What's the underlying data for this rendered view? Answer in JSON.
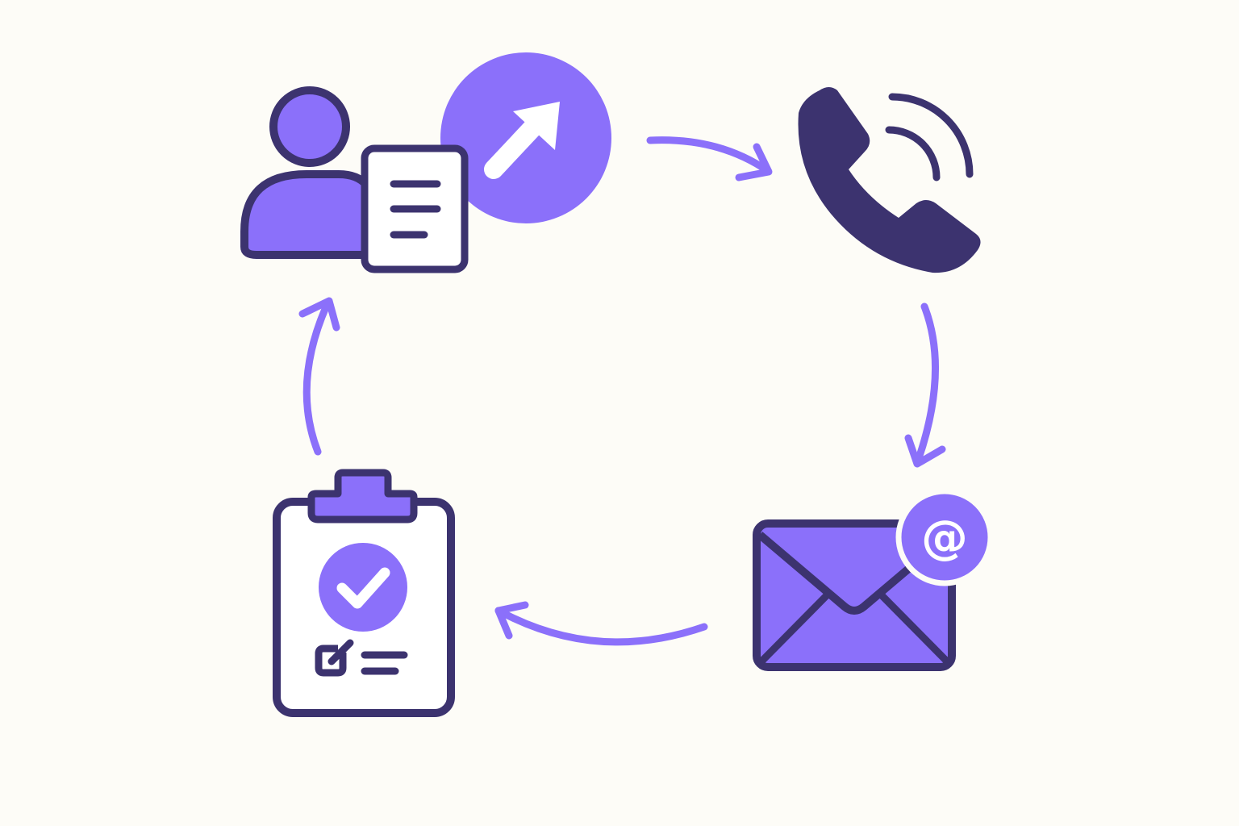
{
  "colors": {
    "background": "#fdfcf7",
    "accent": "#8b70fa",
    "outline": "#3c336f",
    "paper": "#ffffff"
  },
  "diagram": {
    "type": "cycle",
    "direction": "clockwise",
    "nodes": [
      {
        "id": "lead-referral",
        "icons": [
          "user-icon",
          "document-icon",
          "arrow-up-right-icon"
        ]
      },
      {
        "id": "phone-call",
        "icons": [
          "phone-icon",
          "signal-waves-icon"
        ]
      },
      {
        "id": "email",
        "icons": [
          "envelope-icon",
          "at-sign-icon"
        ],
        "badge": "@"
      },
      {
        "id": "checklist-approved",
        "icons": [
          "clipboard-icon",
          "check-circle-icon",
          "checkbox-icon"
        ]
      }
    ],
    "edges": [
      {
        "from": "lead-referral",
        "to": "phone-call"
      },
      {
        "from": "phone-call",
        "to": "email"
      },
      {
        "from": "email",
        "to": "checklist-approved"
      },
      {
        "from": "checklist-approved",
        "to": "lead-referral"
      }
    ]
  }
}
